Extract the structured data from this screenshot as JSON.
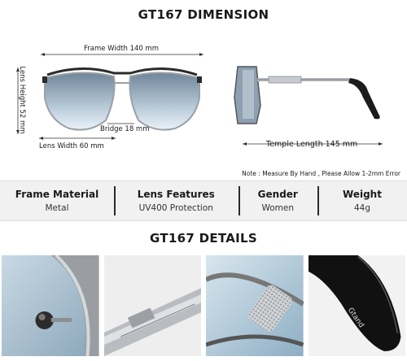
{
  "dimension_title": "GT167 DIMENSION",
  "dimensions": {
    "frame_width": "Frame Width 140 mm",
    "lens_height": "Lens Height 52 mm",
    "bridge": "Bridge 18 mm",
    "lens_width": "Lens Width 60 mm",
    "temple_length": "Temple Length 145 mm"
  },
  "note": "Note : Measure By Hand , Please Allow 1-2mm Error",
  "specs": [
    {
      "title": "Frame Material",
      "value": "Metal"
    },
    {
      "title": "Lens Features",
      "value": "UV400 Protection"
    },
    {
      "title": "Gender",
      "value": "Women"
    },
    {
      "title": "Weight",
      "value": "44g"
    }
  ],
  "details_title": "GT167 DETAILS",
  "temple_brand": "Gtand",
  "colors": {
    "lens_top": "#7f95a7",
    "lens_bottom": "#e8f1f8",
    "frame_silver": "#b8bcc0",
    "spec_bar": "#f1f1f1"
  }
}
